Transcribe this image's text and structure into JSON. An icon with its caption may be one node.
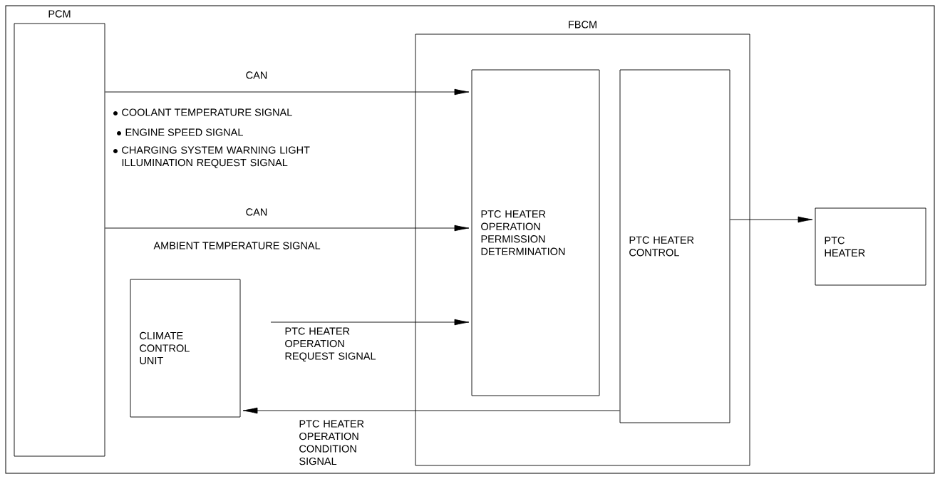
{
  "diagram": {
    "nodes": [
      {
        "text": [
          "PCM"
        ]
      },
      {
        "text": [
          "FBCM"
        ]
      },
      {
        "text": [
          "PTC HEATER OPERATION PERMISSION DETERMINATION"
        ],
        "in": 1
      },
      {
        "text": [
          "PTC HEATER CONTROL"
        ],
        "in": 1
      },
      {
        "text": [
          "PTC HEATER"
        ]
      },
      {
        "text": [
          "CLIMATE CONTROL UNIT"
        ]
      }
    ],
    "edges": [
      {
        "from": 0,
        "to": 2,
        "arrow": "to",
        "label": "CAN"
      },
      {
        "from": 0,
        "to": 2,
        "arrow": "to",
        "label": "CAN"
      },
      {
        "from": 5,
        "to": 2,
        "arrow": "to",
        "label": "PTC HEATER OPERATION REQUEST SIGNAL"
      },
      {
        "from": 3,
        "to": 4,
        "arrow": "to"
      },
      {
        "from": 3,
        "to": 5,
        "arrow": "to",
        "label": "PTC HEATER OPERATION CONDITION SIGNAL"
      }
    ],
    "labels": [
      "COOLANT TEMPERATURE SIGNAL",
      "ENGINE SPEED SIGNAL",
      "CHARGING SYSTEM WARNING LIGHT ILLUMINATION REQUEST SIGNAL",
      "AMBIENT TEMPERATURE SIGNAL"
    ]
  }
}
